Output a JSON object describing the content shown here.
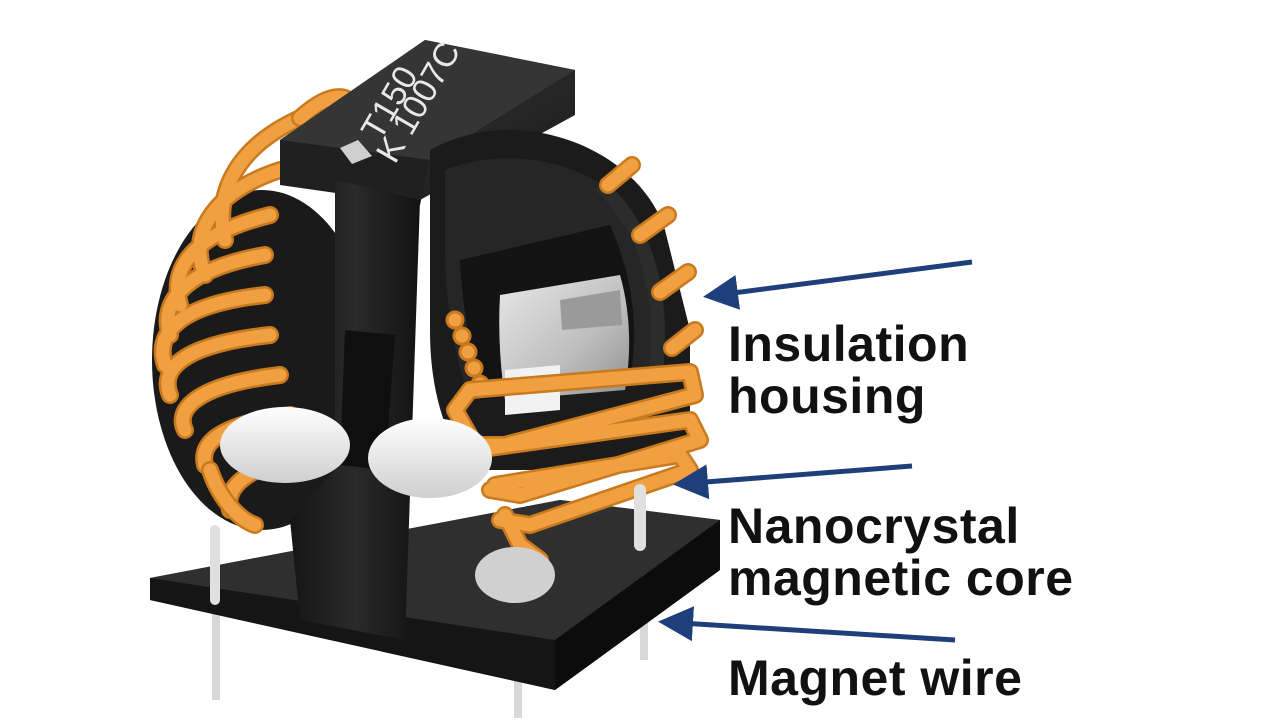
{
  "part_marking": {
    "line1": "T150",
    "line2": "K 1007C"
  },
  "callouts": [
    {
      "id": "insulation",
      "lines": [
        "Insulation",
        "housing"
      ]
    },
    {
      "id": "core",
      "lines": [
        "Nanocrystal",
        "magnetic core"
      ]
    },
    {
      "id": "wire",
      "lines": [
        "Magnet wire"
      ]
    }
  ],
  "colors": {
    "arrow": "#1f3f7a",
    "copper": "#f0a040",
    "copper_dark": "#c97a1e",
    "housing": "#1c1c1c",
    "core": "#c8c8c8",
    "label_text": "#111111"
  }
}
